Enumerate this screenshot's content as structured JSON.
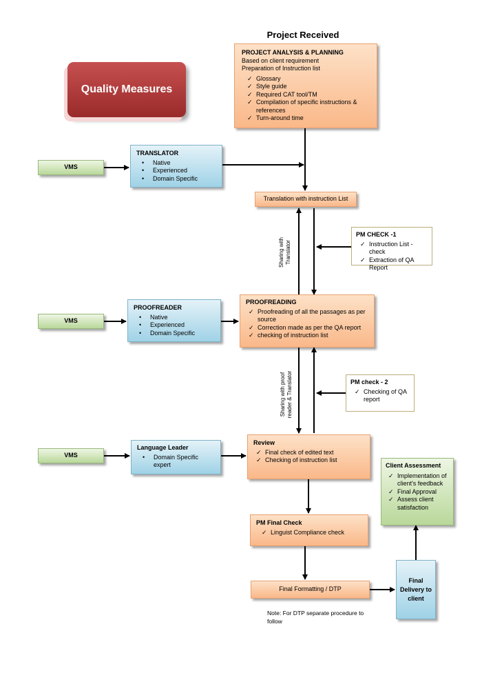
{
  "header": {
    "title": "Project Received"
  },
  "quality_title": "Quality Measures",
  "analysis": {
    "title": "PROJECT ANALYSIS & PLANNING",
    "line1": "Based on client requirement",
    "line2": "Preparation of Instruction list",
    "items": [
      "Glossary",
      "Style guide",
      "Required CAT tool/TM",
      "Compilation of specific instructions & references",
      "Turn-around time"
    ]
  },
  "vms": [
    "VMS",
    "VMS",
    "VMS"
  ],
  "translator": {
    "title": "TRANSLATOR",
    "items": [
      "Native",
      "Experienced",
      "Domain Specific"
    ]
  },
  "translation": {
    "label": "Translation with instruction List"
  },
  "pm_check_1": {
    "title": "PM CHECK -1",
    "items": [
      "Instruction List - check",
      "Extraction of QA Report"
    ]
  },
  "sharing_translator": {
    "line1": "Sharing with",
    "line2": "Translator"
  },
  "proofreader": {
    "title": "PROOFREADER",
    "items": [
      "Native",
      "Experienced",
      "Domain Specific"
    ]
  },
  "proofreading": {
    "title": "PROOFREADING",
    "items": [
      "Proofreading of all the passages as per source",
      "Correction made as per the QA report",
      "checking of instruction list"
    ]
  },
  "pm_check_2": {
    "title": "PM check - 2",
    "items": [
      "Checking of QA report"
    ]
  },
  "sharing_proof": {
    "line1": "Sharing with proof",
    "line2": "reader & Translator"
  },
  "language_leader": {
    "title": "Language Leader",
    "items": [
      "Domain Specific expert"
    ]
  },
  "review": {
    "title": "Review",
    "items": [
      "Final check of edited text",
      "Checking of instruction list"
    ]
  },
  "client_assessment": {
    "title": "Client Assessment",
    "items": [
      "Implementation of client's feedback",
      "Final Approval",
      "Assess client satisfaction"
    ]
  },
  "pm_final": {
    "title": "PM Final Check",
    "items": [
      "Linguist Compliance check"
    ]
  },
  "final_formatting": {
    "label": "Final Formatting / DTP"
  },
  "final_delivery": {
    "label": "Final Delivery to client"
  },
  "note": {
    "text": "Note: For DTP separate procedure to follow"
  }
}
